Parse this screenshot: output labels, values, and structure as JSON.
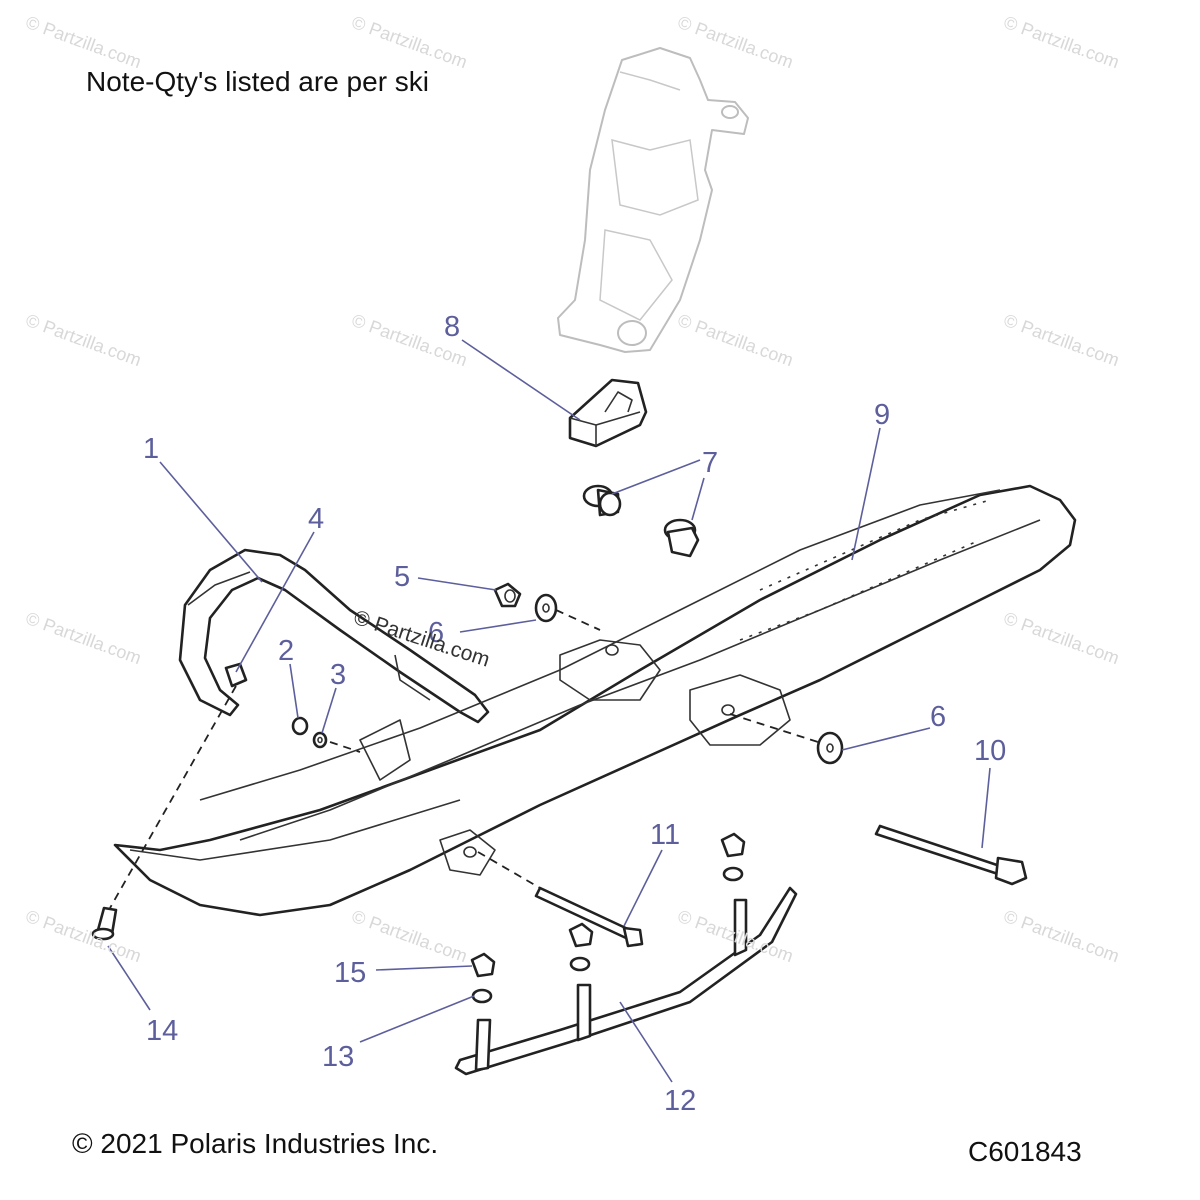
{
  "note": "Note-Qty's listed are per ski",
  "copyright": "© 2021 Polaris Industries Inc.",
  "diagram_code": "C601843",
  "watermark": "© Partzilla.com",
  "colors": {
    "callout": "#5d5f9c",
    "line_art": "#222222",
    "ghost": "#bdbdbd"
  },
  "callouts": [
    "1",
    "2",
    "3",
    "4",
    "5",
    "6",
    "6",
    "7",
    "8",
    "9",
    "10",
    "11",
    "12",
    "13",
    "14",
    "15"
  ]
}
